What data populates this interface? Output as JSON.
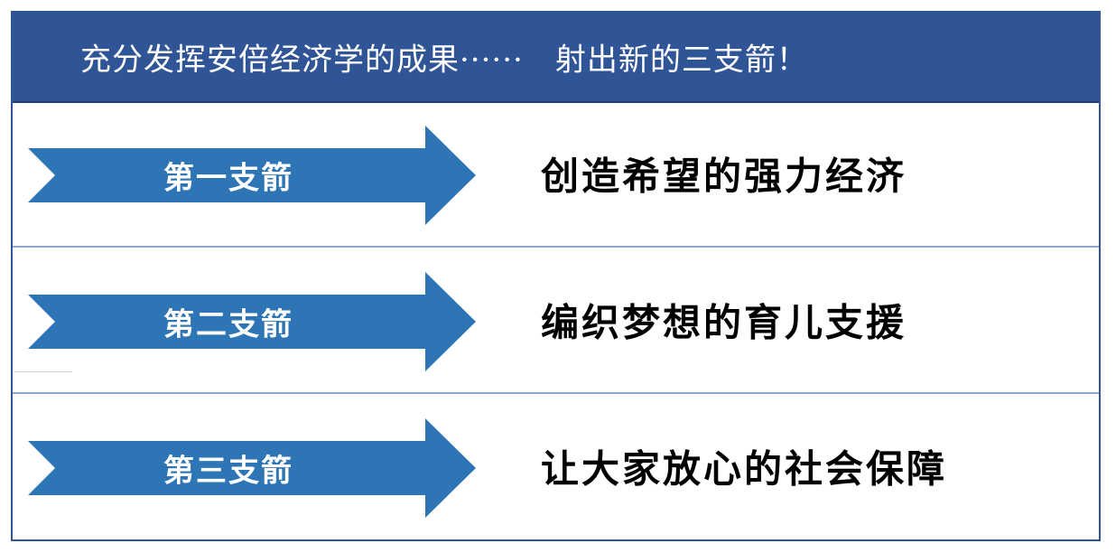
{
  "header": {
    "title": "充分发挥安倍经济学的成果······　射出新的三支箭！"
  },
  "arrows": [
    {
      "label": "第一支箭",
      "description": "创造希望的强力经济"
    },
    {
      "label": "第二支箭",
      "description": "编织梦想的育儿支援"
    },
    {
      "label": "第三支箭",
      "description": "让大家放心的社会保障"
    }
  ],
  "colors": {
    "header_bg": "#2f5597",
    "arrow_fill": "#2e75b6",
    "divider": "#8ea5cd"
  }
}
